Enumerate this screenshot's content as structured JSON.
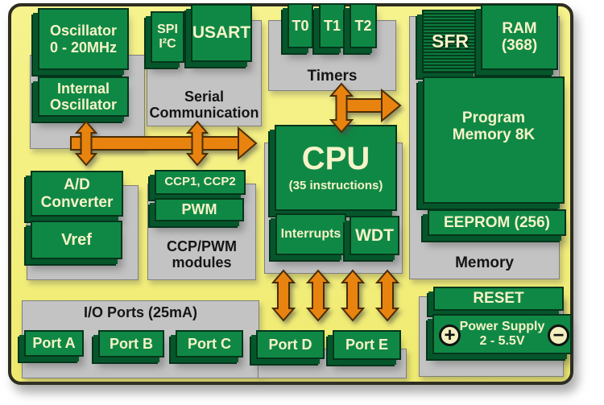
{
  "title": "PIC microcontroller block diagram",
  "colors": {
    "board_yellow": "#f3ef7e",
    "board_border": "#2e2d22",
    "panel_gray": "#c3c3c3",
    "block_green": "#108845",
    "block_green_dark": "#05572b",
    "block_text_cream": "#f6f3c8",
    "panel_text_black": "#151515",
    "arrow_orange": "#e8830f"
  },
  "panels": {
    "serial": {
      "label": "Serial\nCommunication"
    },
    "timers": {
      "label": "Timers"
    },
    "memory": {
      "label": "Memory"
    },
    "ccp": {
      "label": "CCP/PWM\nmodules"
    },
    "io": {
      "label": "I/O Ports (25mA)"
    }
  },
  "blocks": {
    "oscillator": {
      "label": "Oscillator\n0 - 20MHz"
    },
    "internal_oscillator": {
      "label": "Internal\nOscillator"
    },
    "spi_i2c": {
      "label": "SPI\nI²C"
    },
    "usart": {
      "label": "USART"
    },
    "t0": {
      "label": "T0"
    },
    "t1": {
      "label": "T1"
    },
    "t2": {
      "label": "T2"
    },
    "sfr": {
      "label": "SFR"
    },
    "ram": {
      "label": "RAM\n(368)"
    },
    "program_memory": {
      "label": "Program\nMemory 8K"
    },
    "eeprom": {
      "label": "EEPROM (256)"
    },
    "cpu": {
      "title": "CPU",
      "subtitle": "(35 instructions)"
    },
    "interrupts": {
      "label": "Interrupts"
    },
    "wdt": {
      "label": "WDT"
    },
    "ad_converter": {
      "label": "A/D\nConverter"
    },
    "vref": {
      "label": "Vref"
    },
    "ccp1_ccp2": {
      "label": "CCP1, CCP2"
    },
    "pwm": {
      "label": "PWM"
    },
    "port_a": {
      "label": "Port A"
    },
    "port_b": {
      "label": "Port B"
    },
    "port_c": {
      "label": "Port C"
    },
    "port_d": {
      "label": "Port D"
    },
    "port_e": {
      "label": "Port E"
    },
    "reset": {
      "label": "RESET"
    },
    "power_supply": {
      "label": "Power Supply\n2 - 5.5V",
      "plus": "+",
      "minus": "−"
    }
  },
  "arrows": {
    "left_bus": "bidirectional-bus-arrow-to-cpu",
    "timers_bus": "timers-cpu-memory-arrow",
    "io_bus": "cpu-io-ports-arrows"
  }
}
